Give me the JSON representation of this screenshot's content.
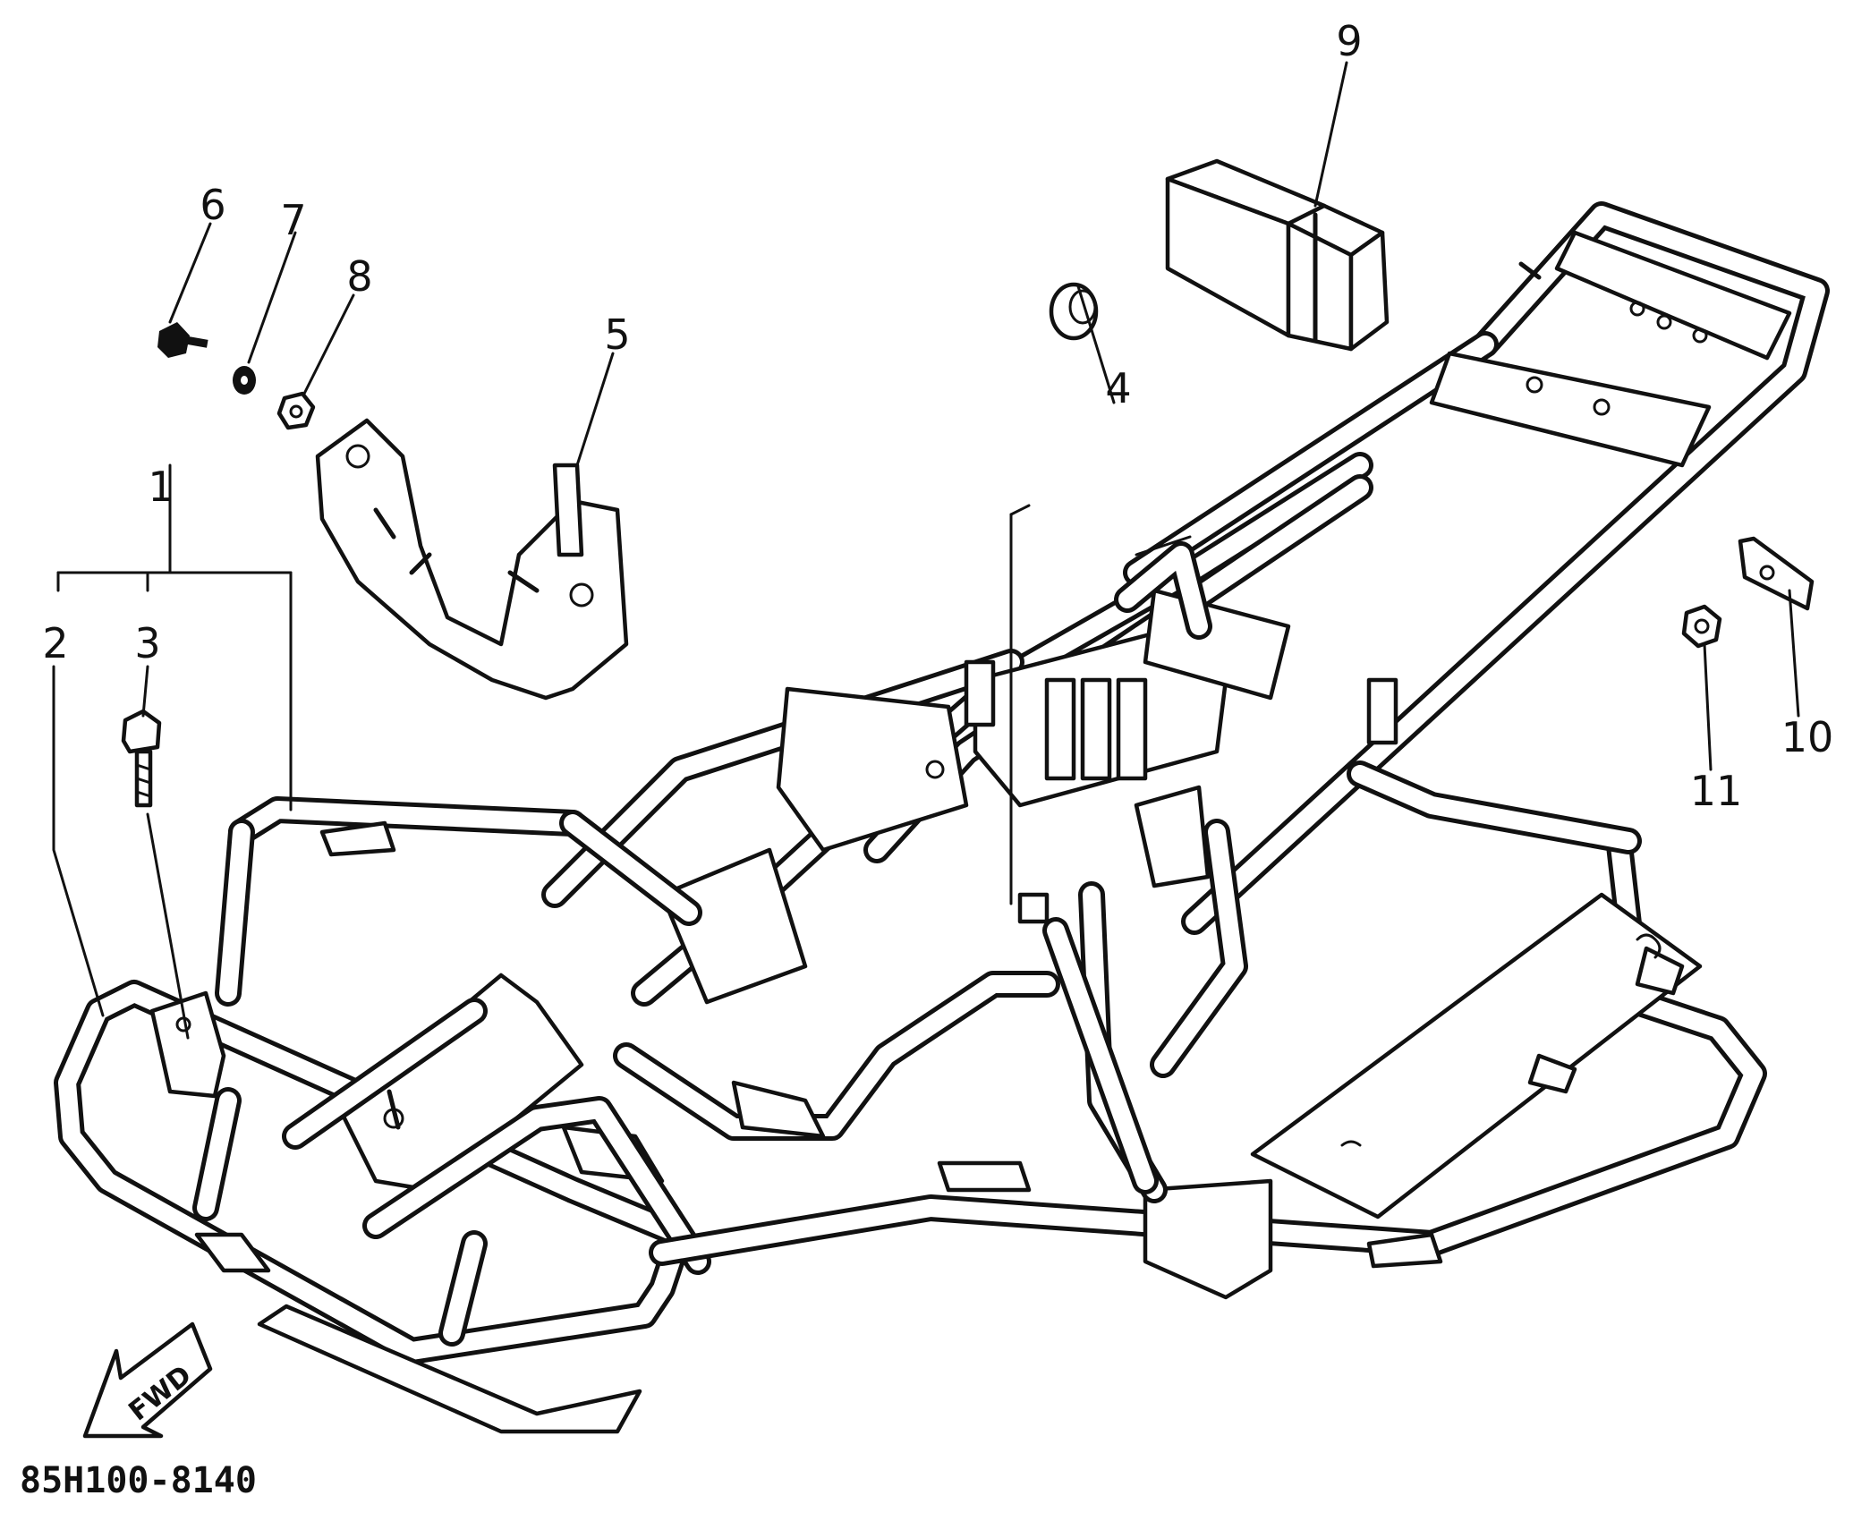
{
  "callouts": [
    {
      "id": "1",
      "label": "1"
    },
    {
      "id": "2",
      "label": "2"
    },
    {
      "id": "3",
      "label": "3"
    },
    {
      "id": "4",
      "label": "4"
    },
    {
      "id": "5",
      "label": "5"
    },
    {
      "id": "6",
      "label": "6"
    },
    {
      "id": "7",
      "label": "7"
    },
    {
      "id": "8",
      "label": "8"
    },
    {
      "id": "9",
      "label": "9"
    },
    {
      "id": "10",
      "label": "10"
    },
    {
      "id": "11",
      "label": "11"
    }
  ],
  "forward_arrow": {
    "label": "FWD"
  },
  "diagram_code": "85H100-8140"
}
